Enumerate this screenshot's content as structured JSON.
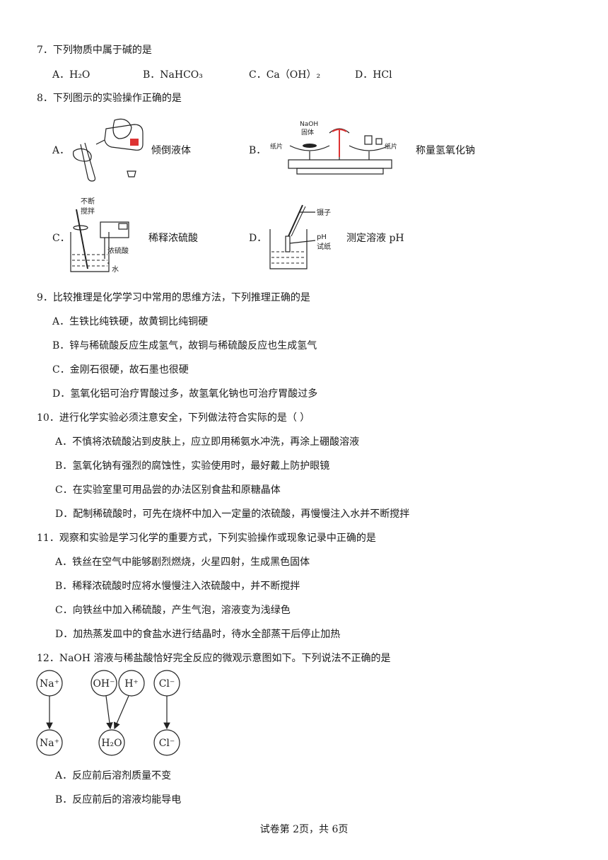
{
  "q7": {
    "stem": "7．下列物质中属于碱的是",
    "options": [
      "A．H₂O",
      "B．NaHCO₃",
      "C．Ca（OH）₂",
      "D．HCl"
    ]
  },
  "q8": {
    "stem": "8．下列图示的实验操作正确的是",
    "A": {
      "letter": "A．",
      "caption": "倾倒液体"
    },
    "B": {
      "letter": "B．",
      "caption": "称量氢氧化钠",
      "label_naoh": "NaOH",
      "label_solid": "固体",
      "label_paper": "纸片"
    },
    "C": {
      "letter": "C．",
      "caption": "稀释浓硫酸",
      "label_stir1": "不断",
      "label_stir2": "搅拌",
      "label_acid": "浓硫酸",
      "label_water": "水"
    },
    "D": {
      "letter": "D．",
      "caption": "测定溶液 pH",
      "label_tweezers": "镊子",
      "label_ph": "pH",
      "label_paper": "试纸"
    }
  },
  "q9": {
    "stem": "9．比较推理是化学学习中常用的思维方法，下列推理正确的是",
    "options": [
      "A．生铁比纯铁硬，故黄铜比纯铜硬",
      "B．锌与稀硫酸反应生成氢气，故铜与稀硫酸反应也生成氢气",
      "C．金刚石很硬，故石墨也很硬",
      "D．氢氧化铝可治疗胃酸过多，故氢氧化钠也可治疗胃酸过多"
    ]
  },
  "q10": {
    "stem": "10．进行化学实验必须注意安全，下列做法符合实际的是（    ）",
    "options": [
      "A．不慎将浓硫酸沾到皮肤上，应立即用稀氨水冲洗，再涂上硼酸溶液",
      "B．氢氧化钠有强烈的腐蚀性，实验使用时，最好戴上防护眼镜",
      "C．在实验室里可用品尝的办法区别食盐和原糖晶体",
      "D．配制稀硫酸时，可先在烧杯中加入一定量的浓硫酸，再慢慢注入水并不断搅拌"
    ]
  },
  "q11": {
    "stem": "11．观察和实验是学习化学的重要方式，下列实验操作或现象记录中正确的是",
    "options": [
      "A．铁丝在空气中能够剧烈燃烧，火星四射，生成黑色固体",
      "B．稀释浓硫酸时应将水慢慢注入浓硫酸中，并不断搅拌",
      "C．向铁丝中加入稀硫酸，产生气泡，溶液变为浅绿色",
      "D．加热蒸发皿中的食盐水进行结晶时，待水全部蒸干后停止加热"
    ]
  },
  "q12": {
    "stem": "12．NaOH 溶液与稀盐酸恰好完全反应的微观示意图如下。下列说法不正确的是",
    "ions_top": [
      "Na⁺",
      "OH⁻",
      "H⁺",
      "Cl⁻"
    ],
    "ions_bottom": [
      "Na⁺",
      "H₂O",
      "Cl⁻"
    ],
    "options": [
      "A．反应前后溶剂质量不变",
      "B．反应前后的溶液均能导电"
    ]
  },
  "footer": "试卷第 2页，共 6页"
}
